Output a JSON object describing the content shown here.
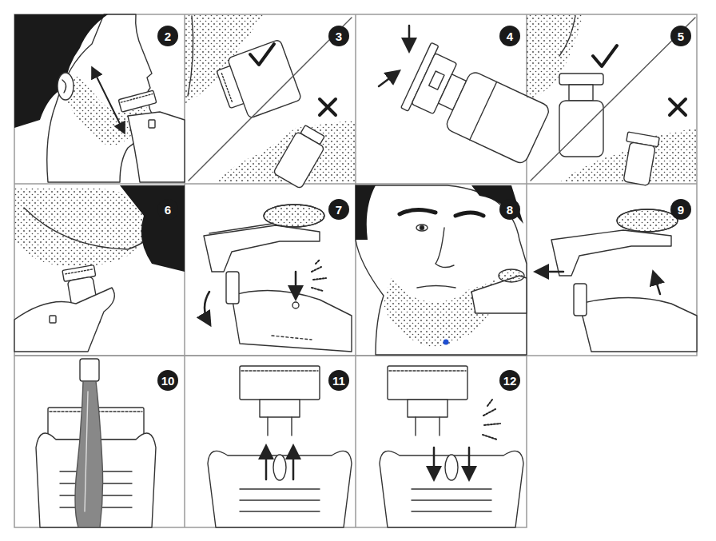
{
  "diagram": {
    "labels": [
      "2",
      "3",
      "4",
      "5",
      "6",
      "7",
      "8",
      "9",
      "10",
      "11",
      "12"
    ]
  }
}
